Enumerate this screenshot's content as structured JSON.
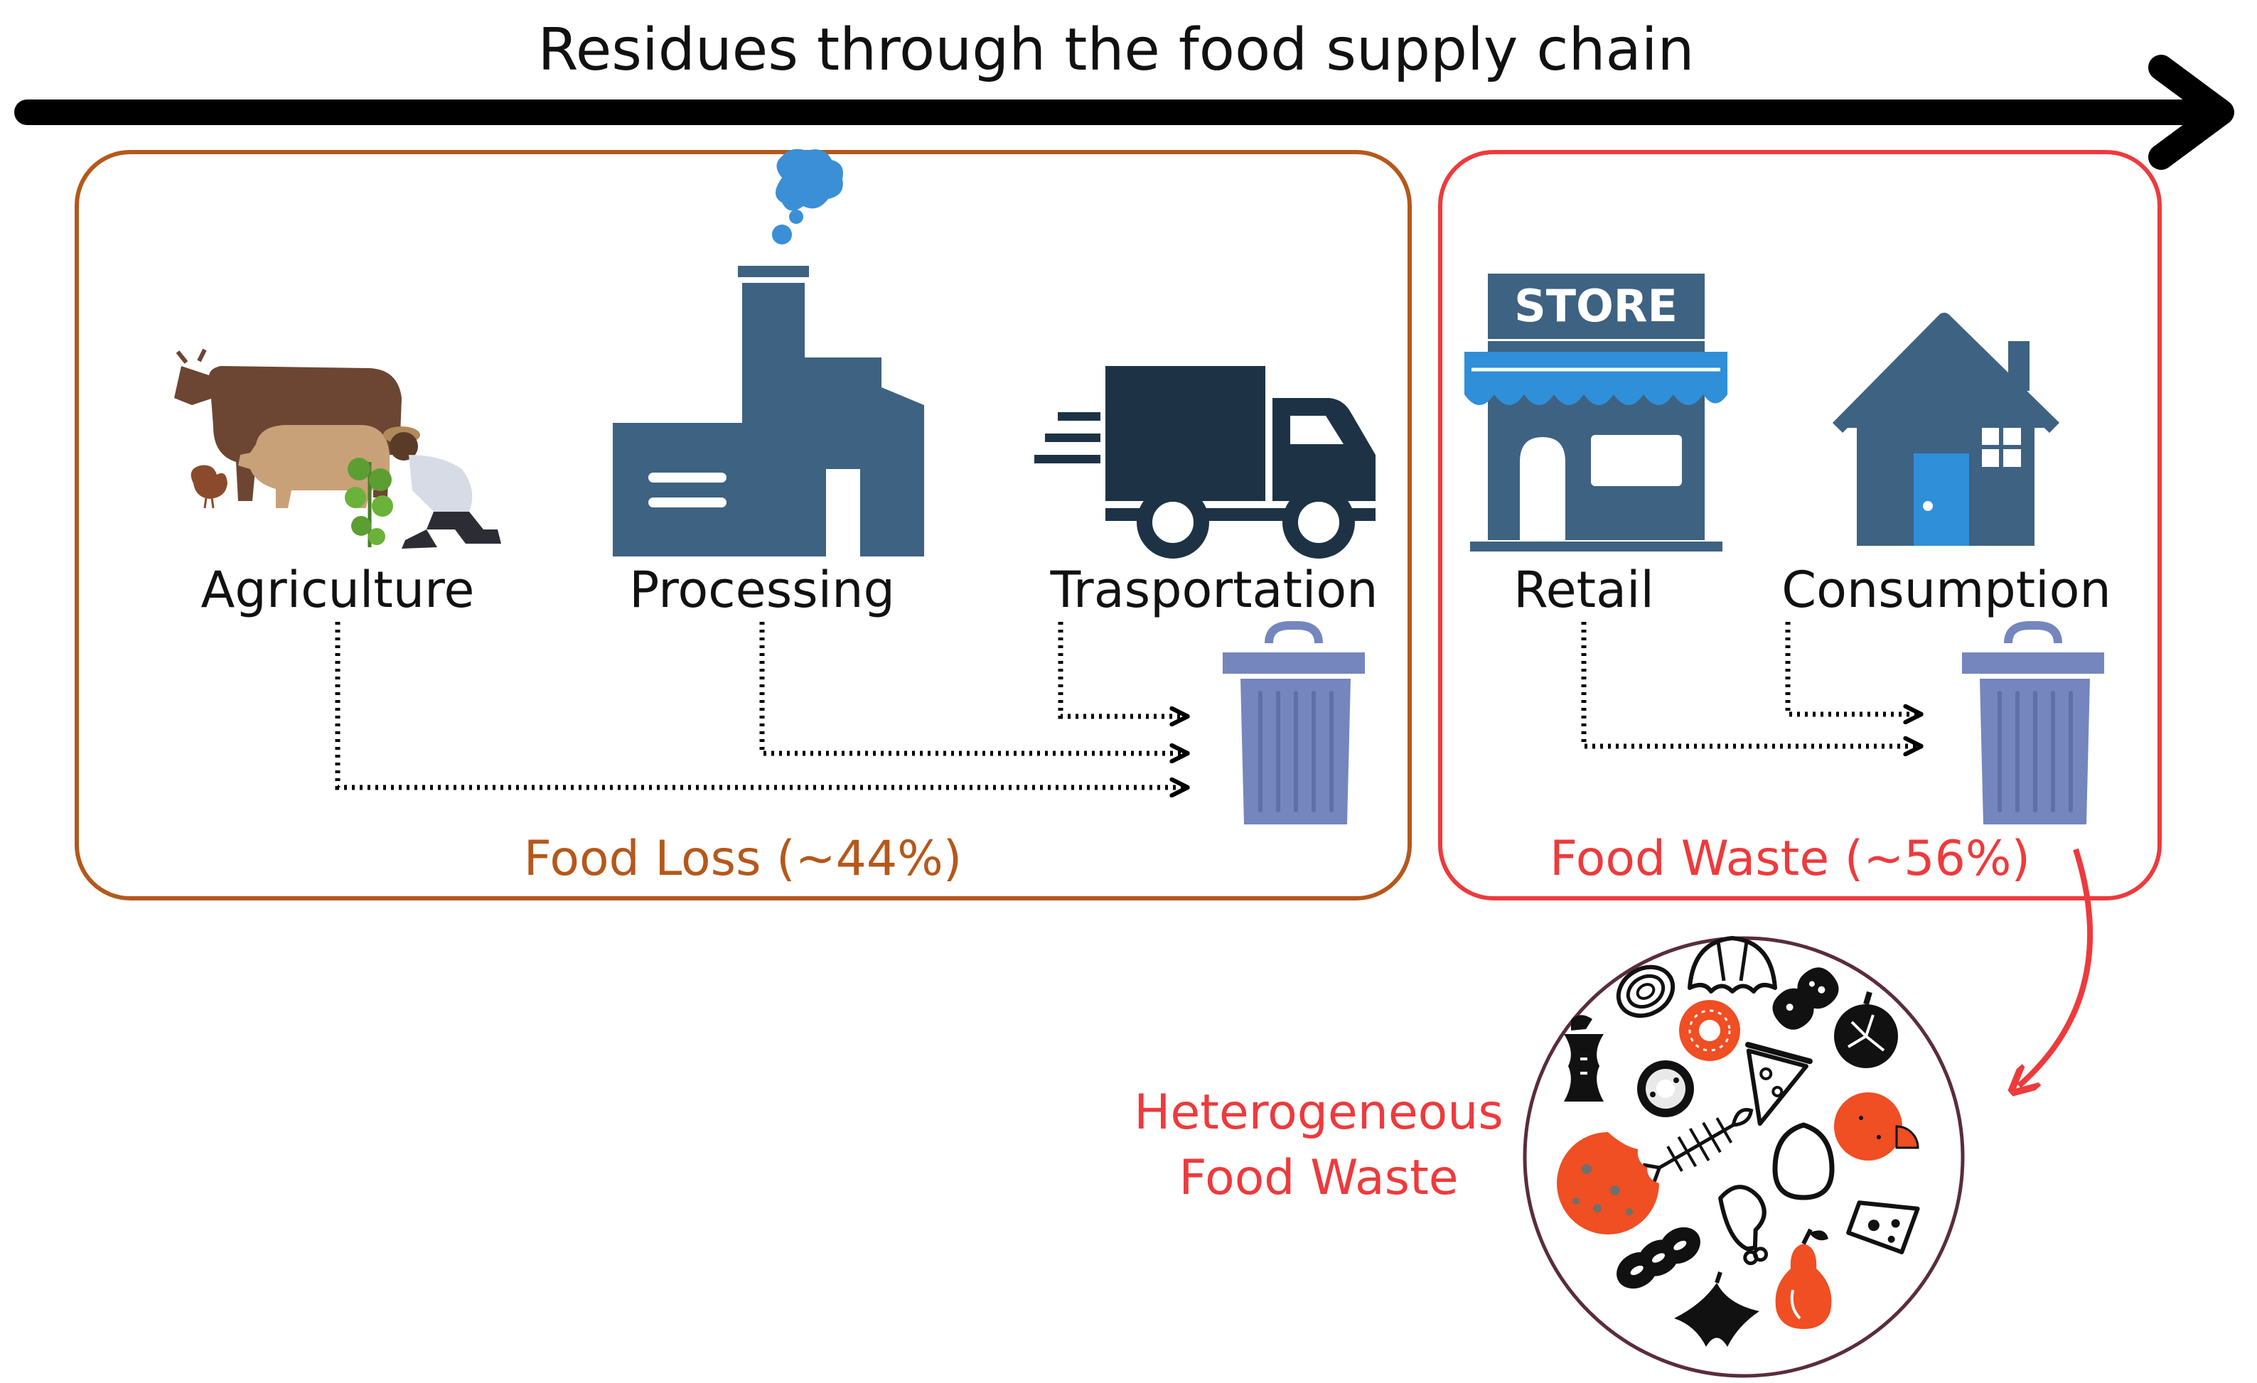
{
  "title": "Residues through the food supply chain",
  "stages": [
    {
      "label": "Agriculture",
      "icon": "farm-animals-farmer-icon"
    },
    {
      "label": "Processing",
      "icon": "factory-icon"
    },
    {
      "label": "Trasportation",
      "icon": "truck-icon"
    },
    {
      "label": "Retail",
      "icon": "store-icon"
    },
    {
      "label": "Consumption",
      "icon": "house-icon"
    }
  ],
  "store_sign": "STORE",
  "groups": {
    "loss": {
      "label": "Food Loss (~44%)",
      "color": "#b5581b",
      "share_percent": 44
    },
    "waste": {
      "label": "Food Waste (~56%)",
      "color": "#ee3a3c",
      "share_percent": 56
    }
  },
  "heterogeneous": {
    "line1": "Heterogeneous",
    "line2": "Food Waste"
  },
  "colors": {
    "icon_dark": "#3e6282",
    "truck": "#1d3345",
    "trash": "#7486bd",
    "smoke": "#3a8fd6",
    "accent_orange": "#f04e23"
  },
  "food_items": [
    "onion-icon",
    "croissant-icon",
    "peanut-icon",
    "durian-icon",
    "apple-core-icon",
    "donut-icon",
    "sliced-donut-icon",
    "pizza-slice-icon",
    "fish-bone-icon",
    "orange-icon",
    "cookie-icon",
    "egg-icon",
    "cheese-icon",
    "soybean-icon",
    "chicken-leg-icon",
    "banana-peel-icon",
    "pear-icon"
  ]
}
